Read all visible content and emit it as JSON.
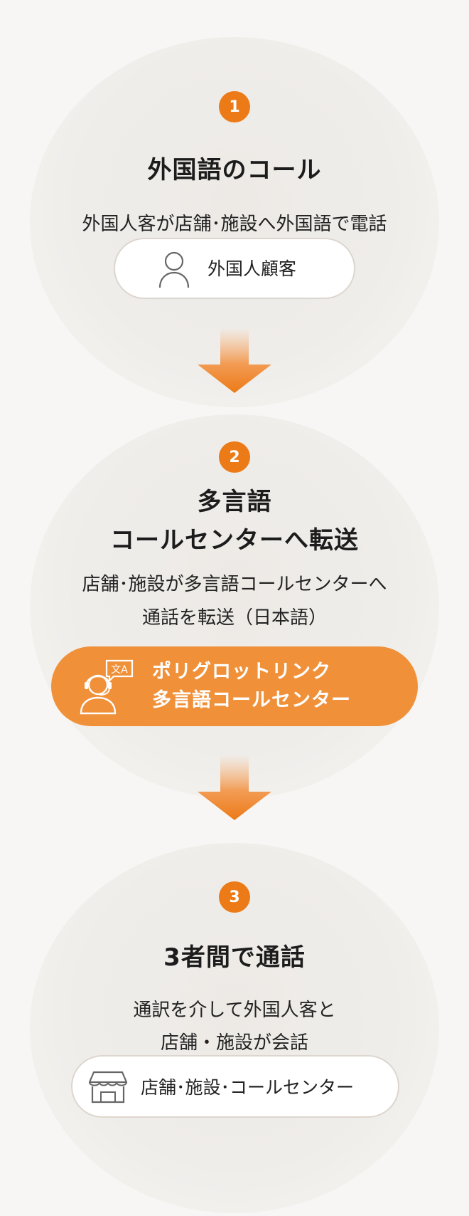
{
  "steps": [
    {
      "number": "1",
      "title": "外国語のコール",
      "description": "外国人客が店舗･施設へ外国語で電話",
      "pill_label": "外国人顧客",
      "icon": "person-icon"
    },
    {
      "number": "2",
      "title_line1": "多言語",
      "title_line2": "コールセンターへ転送",
      "description_line1": "店舗･施設が多言語コールセンターへ",
      "description_line2": "通話を転送（日本語）",
      "pill_line1": "ポリグロットリンク",
      "pill_line2": "多言語コールセンター",
      "icon": "operator-headset-icon",
      "icon_badge": "文A"
    },
    {
      "number": "3",
      "title": "3者間で通話",
      "description_line1": "通訳を介して外国人客と",
      "description_line2": "店舗・施設が会話",
      "pill_label": "店舗･施設･コールセンター",
      "icon": "store-icon"
    }
  ],
  "colors": {
    "accent": "#ec7a16",
    "orange_pill": "#f0913a",
    "background": "#f7f6f4",
    "circle": "#edeae6"
  }
}
